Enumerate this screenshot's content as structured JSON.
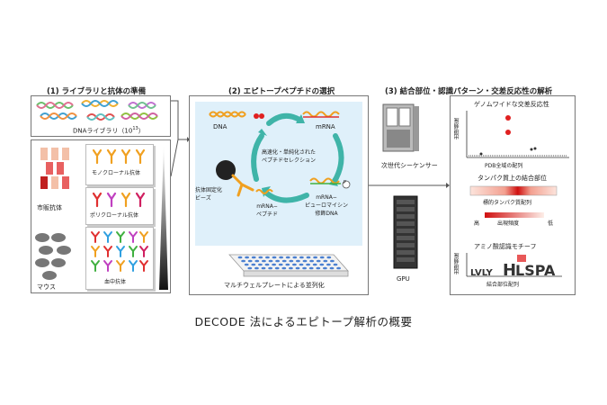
{
  "caption": "DECODE 法によるエピトープ解析の概要",
  "panel1": {
    "title": "(1) ライブラリと抗体の準備",
    "dna_library": "DNAライブラリ（10",
    "dna_library_exp": "13",
    "dna_library_close": "）",
    "commercial_antibody": "市販抗体",
    "mouse": "マウス",
    "monoclonal": "モノクローナル抗体",
    "polyclonal": "ポリクローナル抗体",
    "serum": "血中抗体"
  },
  "panel2": {
    "title": "(2) エピトープペプチドの選択",
    "dna": "DNA",
    "mrna": "mRNA",
    "selection_line1": "高速化・単純化された",
    "selection_line2": "ペプチドセレクション",
    "bead_line1": "抗体固定化",
    "bead_line2": "ビーズ",
    "mrna_peptide_line1": "mRNA−",
    "mrna_peptide_line2": "ペプチド",
    "puro_line1": "mRNA−",
    "puro_line2": "ピューロマイシン",
    "puro_line3": "修飾DNA",
    "puro_mark": "P",
    "plate": "マルチウェルプレートによる並列化"
  },
  "panel3": {
    "title": "(3) 結合部位・認識パターン・交差反応性の解析",
    "ngs": "次世代シーケンサー",
    "gpu": "GPU",
    "genome_title": "ゲノムワイドな交差反応性",
    "y_freq": "出現頻度",
    "pdb_axis": "PDB全域の配列",
    "binding_title": "タンパク質上の結合部位",
    "target_seq": "標的タンパク質配列",
    "high": "高",
    "freq_mid": "出現頻度",
    "low": "低",
    "motif_title": "アミノ酸認識モチーフ",
    "y_freq2": "出現頻度",
    "binding_pos": "結合部位配列",
    "motif_letters": "LSPA"
  },
  "colors": {
    "teal_arrow": "#3fb4a8",
    "panel2_bg": "#dff0fa",
    "red_dot": "#e02020",
    "antibody_orange": "#f0a020"
  }
}
